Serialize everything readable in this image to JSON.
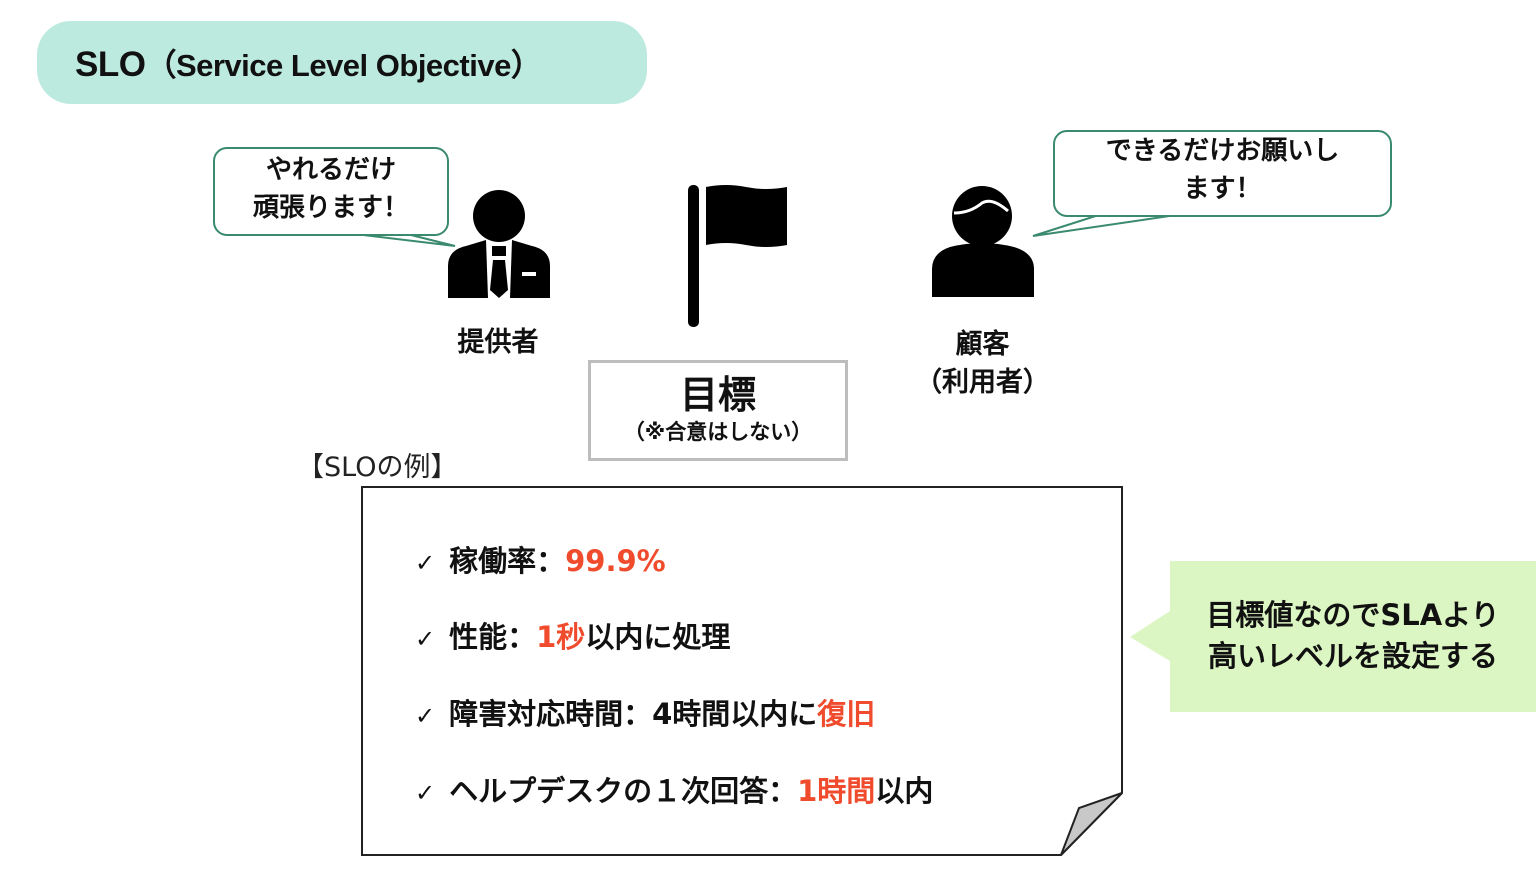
{
  "title": {
    "main": "SLO",
    "sub": "（Service Level Objective）",
    "bg_color": "#bdeadf"
  },
  "provider": {
    "speech": [
      "やれるだけ",
      "頑張ります！"
    ],
    "label": "提供者",
    "icon": "businessman-icon"
  },
  "goal": {
    "icon": "flag-icon",
    "main": "目標",
    "sub": "（※合意はしない）"
  },
  "customer": {
    "speech": [
      "できるだけお願いし",
      "ます！"
    ],
    "label_line1": "顧客",
    "label_line2": "（利用者）",
    "icon": "person-icon"
  },
  "examples": {
    "heading": "【SLOの例】",
    "check_glyph": "✓",
    "items": [
      {
        "label": "稼働率：",
        "highlight": "99.9%",
        "rest": ""
      },
      {
        "label": "性能：",
        "highlight": "1秒",
        "rest": "以内に処理"
      },
      {
        "label": "障害対応時間：4時間以内に",
        "highlight": "復旧",
        "rest": ""
      },
      {
        "label": "ヘルプデスクの１次回答：",
        "highlight": "1時間",
        "rest": "以内"
      }
    ],
    "highlight_color": "#ef4b2c"
  },
  "callout": {
    "line1": "目標値なのでSLAより",
    "line2": "高いレベルを設定する",
    "bg_color": "#dcf6c3"
  },
  "colors": {
    "bubble_border": "#3a8a6e",
    "goal_border": "#bdbdbd"
  }
}
